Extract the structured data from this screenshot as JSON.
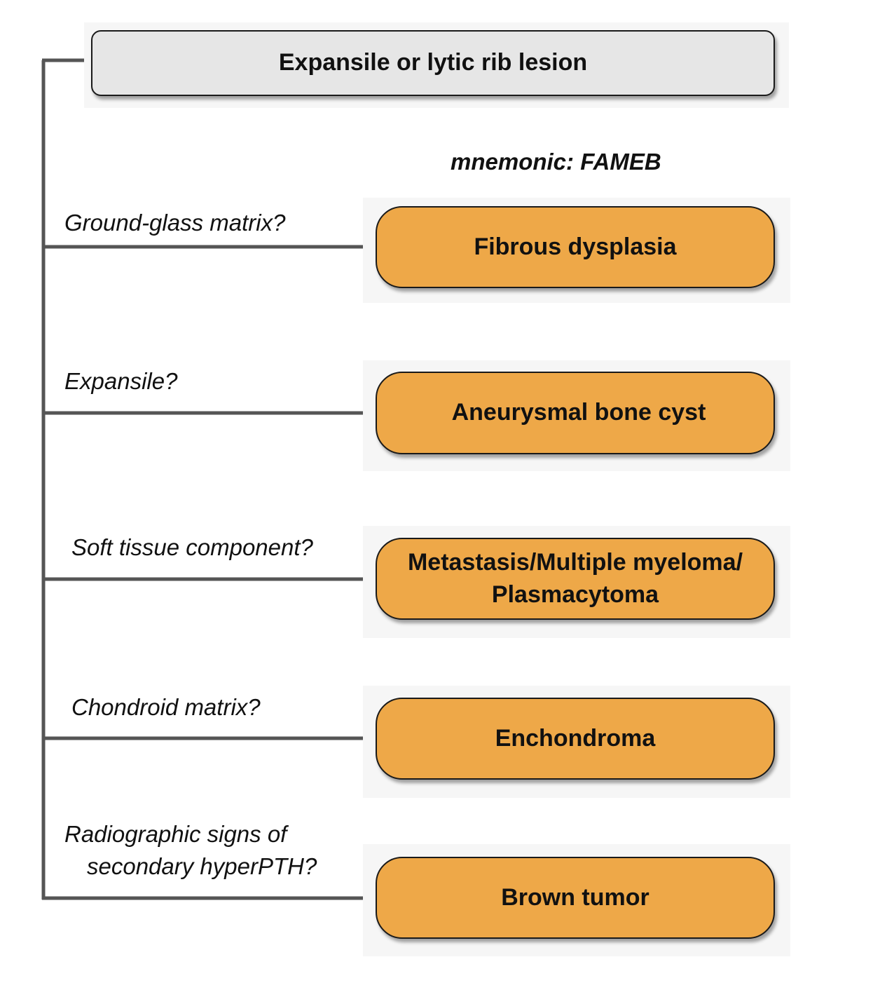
{
  "root": {
    "label": "Expansile or lytic rib lesion"
  },
  "mnemonic": "mnemonic: FAMEB",
  "branches": [
    {
      "question": [
        "Ground-glass matrix?"
      ],
      "diagnosis": [
        "Fibrous dysplasia"
      ]
    },
    {
      "question": [
        "Expansile?"
      ],
      "diagnosis": [
        "Aneurysmal bone cyst"
      ]
    },
    {
      "question": [
        "Soft tissue component?"
      ],
      "diagnosis": [
        "Metastasis/Multiple myeloma/",
        "Plasmacytoma"
      ]
    },
    {
      "question": [
        "Chondroid matrix?"
      ],
      "diagnosis": [
        "Enchondroma"
      ]
    },
    {
      "question": [
        "Radiographic signs of",
        "secondary hyperPTH?"
      ],
      "diagnosis": [
        "Brown tumor"
      ]
    }
  ],
  "colors": {
    "line": "#555555",
    "root_fill": "#e6e6e6",
    "diagnosis_fill": "#eea848",
    "border": "#1a1a1a"
  }
}
